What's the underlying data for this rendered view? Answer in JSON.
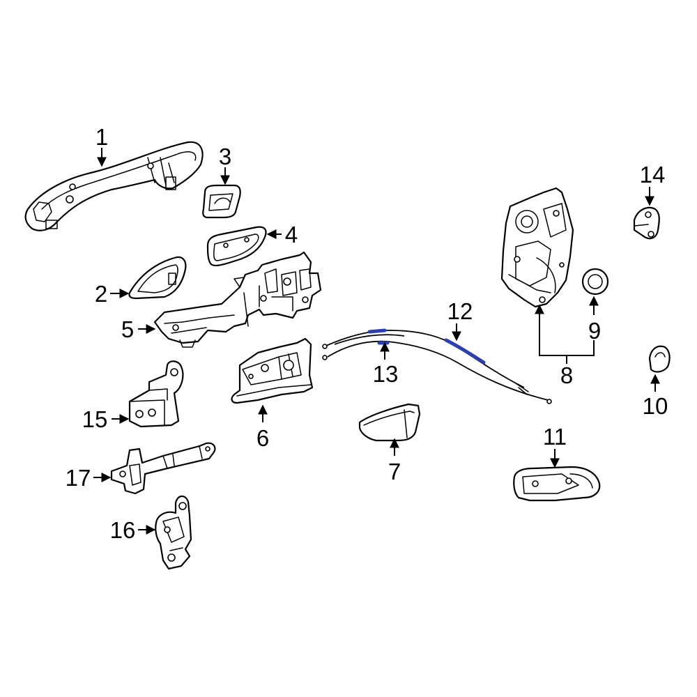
{
  "diagram": {
    "highlight_color": "#2b3fae",
    "line_color": "#000000",
    "background": "#ffffff"
  },
  "callouts": {
    "c1": "1",
    "c2": "2",
    "c3": "3",
    "c4": "4",
    "c5": "5",
    "c6": "6",
    "c7": "7",
    "c8": "8",
    "c9": "9",
    "c10": "10",
    "c11": "11",
    "c12": "12",
    "c13": "13",
    "c14": "14",
    "c15": "15",
    "c16": "16",
    "c17": "17"
  }
}
